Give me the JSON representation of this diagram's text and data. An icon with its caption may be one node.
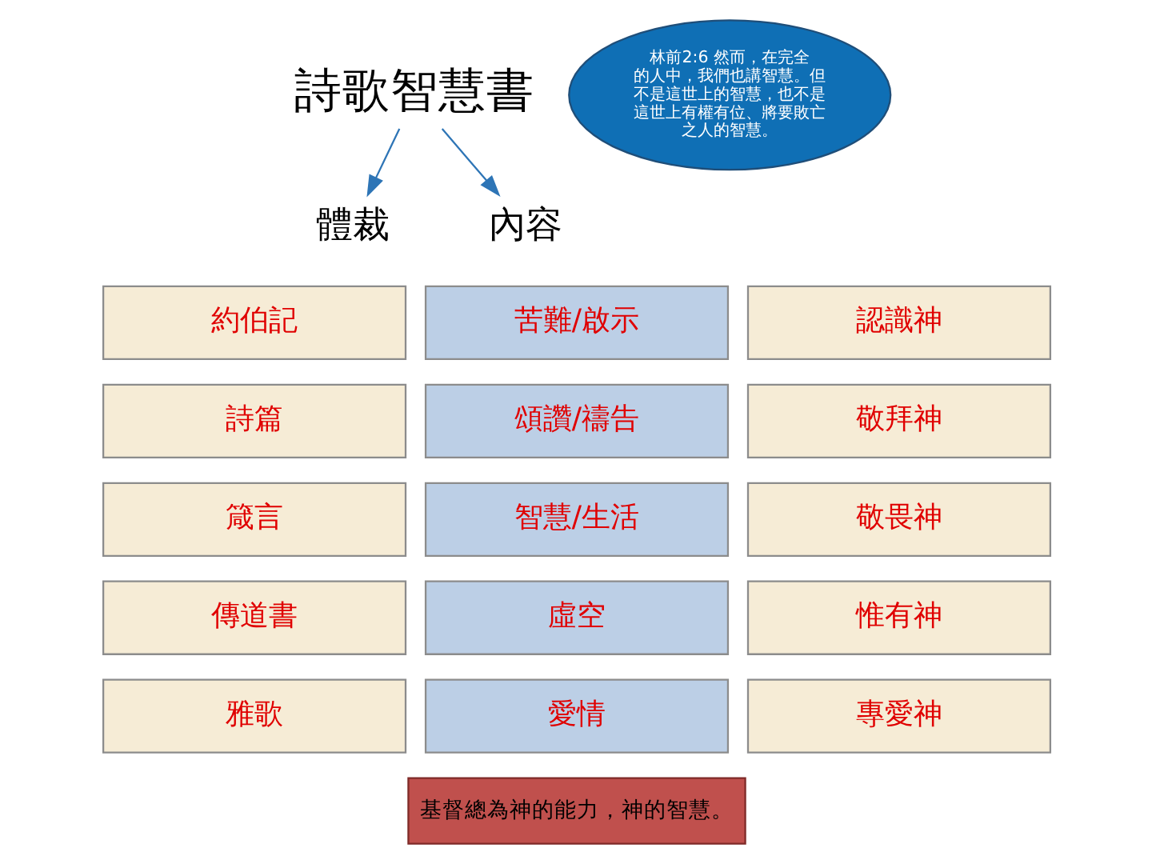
{
  "diagram": {
    "nodes": [
      {
        "text": [
          "詩歌智慧書"
        ]
      },
      {
        "text": [
          "體裁"
        ]
      },
      {
        "text": [
          "內容"
        ]
      },
      {
        "text": [
          "林前2:6 然而，在完全的人中，我們也講智慧。但不是這世上的智慧，也不是這世上有權有位、將要敗亡之人的智慧。"
        ]
      },
      {
        "text": [
          "約伯記"
        ]
      },
      {
        "text": [
          "苦難/啟示"
        ]
      },
      {
        "text": [
          "認識神"
        ]
      },
      {
        "text": [
          "詩篇"
        ]
      },
      {
        "text": [
          "頌讚/禱告"
        ]
      },
      {
        "text": [
          "敬拜神"
        ]
      },
      {
        "text": [
          "箴言"
        ]
      },
      {
        "text": [
          "智慧/生活"
        ]
      },
      {
        "text": [
          "敬畏神"
        ]
      },
      {
        "text": [
          "傳道書"
        ]
      },
      {
        "text": [
          "虛空"
        ]
      },
      {
        "text": [
          "惟有神"
        ]
      },
      {
        "text": [
          "雅歌"
        ]
      },
      {
        "text": [
          "愛情"
        ]
      },
      {
        "text": [
          "專愛神"
        ]
      },
      {
        "text": [
          "基督總為神的能力，神的智慧。"
        ]
      }
    ],
    "edges": [
      {
        "from": 0,
        "to": 1,
        "arrow": "to"
      },
      {
        "from": 0,
        "to": 2,
        "arrow": "to"
      }
    ]
  }
}
